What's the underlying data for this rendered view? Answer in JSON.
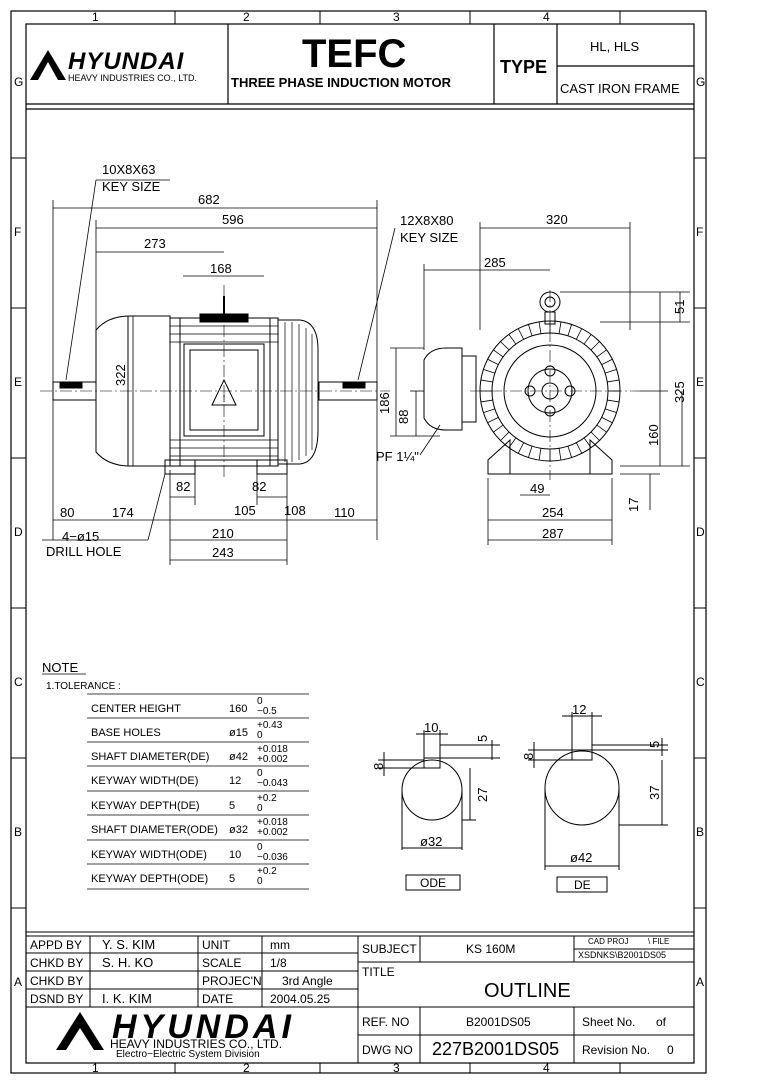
{
  "grid": {
    "cols": [
      "1",
      "2",
      "3",
      "4"
    ],
    "rows_left": [
      "G",
      "F",
      "E",
      "D",
      "C",
      "B",
      "A"
    ],
    "rows_right": [
      "G",
      "F",
      "E",
      "D",
      "C",
      "B",
      "A"
    ]
  },
  "header": {
    "brand": "HYUNDAI",
    "brand_sub": "HEAVY INDUSTRIES CO., LTD.",
    "title": "TEFC",
    "subtitle": "THREE PHASE INDUCTION MOTOR",
    "type_label": "TYPE",
    "type_value": "HL, HLS",
    "frame": "CAST IRON FRAME"
  },
  "side_view": {
    "key_size_de": "10X8X63",
    "key_size_label": "KEY SIZE",
    "dims": {
      "overall_length": "682",
      "length_596": "596",
      "length_273": "273",
      "width_168": "168",
      "height_322": "322",
      "foot_82_left": "82",
      "foot_82_right": "82",
      "d80": "80",
      "d174": "174",
      "d105": "105",
      "d108": "108",
      "d110": "110",
      "d210": "210",
      "d243": "243"
    },
    "drill_hole": "4−ø15",
    "drill_hole_label": "DRILL HOLE"
  },
  "end_view": {
    "key_size_ode": "12X8X80",
    "key_size_label": "KEY SIZE",
    "dims": {
      "d320": "320",
      "d285": "285",
      "d51": "51",
      "d325": "325",
      "d186": "186",
      "d88": "88",
      "d160": "160",
      "d49": "49",
      "d254": "254",
      "d287": "287",
      "d17": "17"
    },
    "pf": "PF 1¼\""
  },
  "note": {
    "title": "NOTE",
    "tolerance_label": "1.TOLERANCE :",
    "rows": [
      {
        "label": "CENTER HEIGHT",
        "sym": "160",
        "upper": "0",
        "lower": "−0.5"
      },
      {
        "label": "BASE HOLES",
        "sym": "ø15",
        "upper": "+0.43",
        "lower": "0"
      },
      {
        "label": "SHAFT DIAMETER(DE)",
        "sym": "ø42",
        "upper": "+0.018",
        "lower": "+0.002"
      },
      {
        "label": "KEYWAY WIDTH(DE)",
        "sym": "12",
        "upper": "0",
        "lower": "−0.043"
      },
      {
        "label": "KEYWAY DEPTH(DE)",
        "sym": "5",
        "upper": "+0.2",
        "lower": "0"
      },
      {
        "label": "SHAFT DIAMETER(ODE)",
        "sym": "ø32",
        "upper": "+0.018",
        "lower": "+0.002"
      },
      {
        "label": "KEYWAY WIDTH(ODE)",
        "sym": "10",
        "upper": "0",
        "lower": "−0.036"
      },
      {
        "label": "KEYWAY DEPTH(ODE)",
        "sym": "5",
        "upper": "+0.2",
        "lower": "0"
      }
    ]
  },
  "shaft_ode": {
    "width": "10",
    "depth": "5",
    "key": "8",
    "height": "27",
    "diameter": "ø32",
    "tag": "ODE"
  },
  "shaft_de": {
    "width": "12",
    "depth": "5",
    "key": "8",
    "height": "37",
    "diameter": "ø42",
    "tag": "DE"
  },
  "title_block": {
    "appd_by": "APPD BY",
    "appd_name": "Y. S. KIM",
    "chkd_by": "CHKD BY",
    "chkd_name": "S. H. KO",
    "chkd_by2": "CHKD BY",
    "chkd_name2": "",
    "dsnd_by": "DSND BY",
    "dsnd_name": "I. K. KIM",
    "unit_label": "UNIT",
    "unit_value": "mm",
    "scale_label": "SCALE",
    "scale_value": "1/8",
    "projection_label": "PROJEC'N",
    "projection_value": "3rd Angle",
    "date_label": "DATE",
    "date_value": "2004.05.25",
    "subject_label": "SUBJECT",
    "subject_value": "KS 160M",
    "cad_proj": "CAD PROJ",
    "file_label": "\\ FILE",
    "cad_path": "XSDNKS\\B2001DS05",
    "title_label": "TITLE",
    "title_value": "OUTLINE",
    "ref_label": "REF. NO",
    "ref_value": "B2001DS05",
    "sheet_label": "Sheet No.",
    "sheet_of": "of",
    "dwg_label": "DWG NO",
    "dwg_value": "227B2001DS05",
    "revision_label": "Revision No.",
    "revision_value": "0",
    "brand": "HYUNDAI",
    "brand_sub": "HEAVY INDUSTRIES CO., LTD.",
    "division": "Electro−Electric System Division"
  }
}
